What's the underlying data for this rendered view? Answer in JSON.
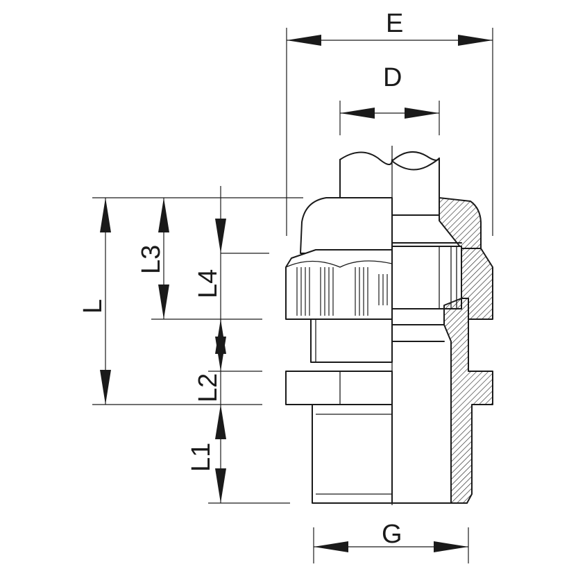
{
  "dimensions": {
    "E": "E",
    "D": "D",
    "L": "L",
    "L1": "L1",
    "L2": "L2",
    "L3": "L3",
    "L4": "L4",
    "G": "G"
  },
  "colors": {
    "line": "#1a1a1a",
    "background": "#ffffff"
  }
}
